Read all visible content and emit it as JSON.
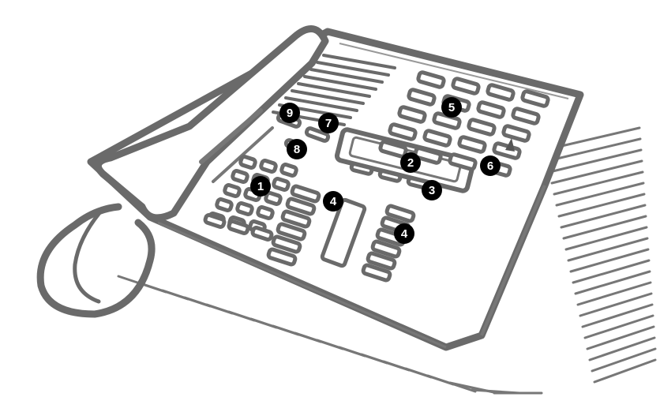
{
  "figure": {
    "subject_icon": "desk-telephone-illustration",
    "colors": {
      "line": "#777777",
      "outline_dark": "#6a6a6a",
      "body_fill": "#ffffff",
      "marker": "#000000",
      "marker_text": "#ffffff"
    },
    "markers": [
      {
        "id": "dialpad",
        "label": "1"
      },
      {
        "id": "display",
        "label": "2"
      },
      {
        "id": "display-keys",
        "label": "3"
      },
      {
        "id": "memory-keys-left",
        "label": "4"
      },
      {
        "id": "memory-keys-right",
        "label": "4"
      },
      {
        "id": "top-keys",
        "label": "5"
      },
      {
        "id": "message-indicator",
        "label": "6"
      },
      {
        "id": "key-seven",
        "label": "7"
      },
      {
        "id": "key-eight",
        "label": "8"
      },
      {
        "id": "key-nine",
        "label": "9"
      }
    ]
  }
}
